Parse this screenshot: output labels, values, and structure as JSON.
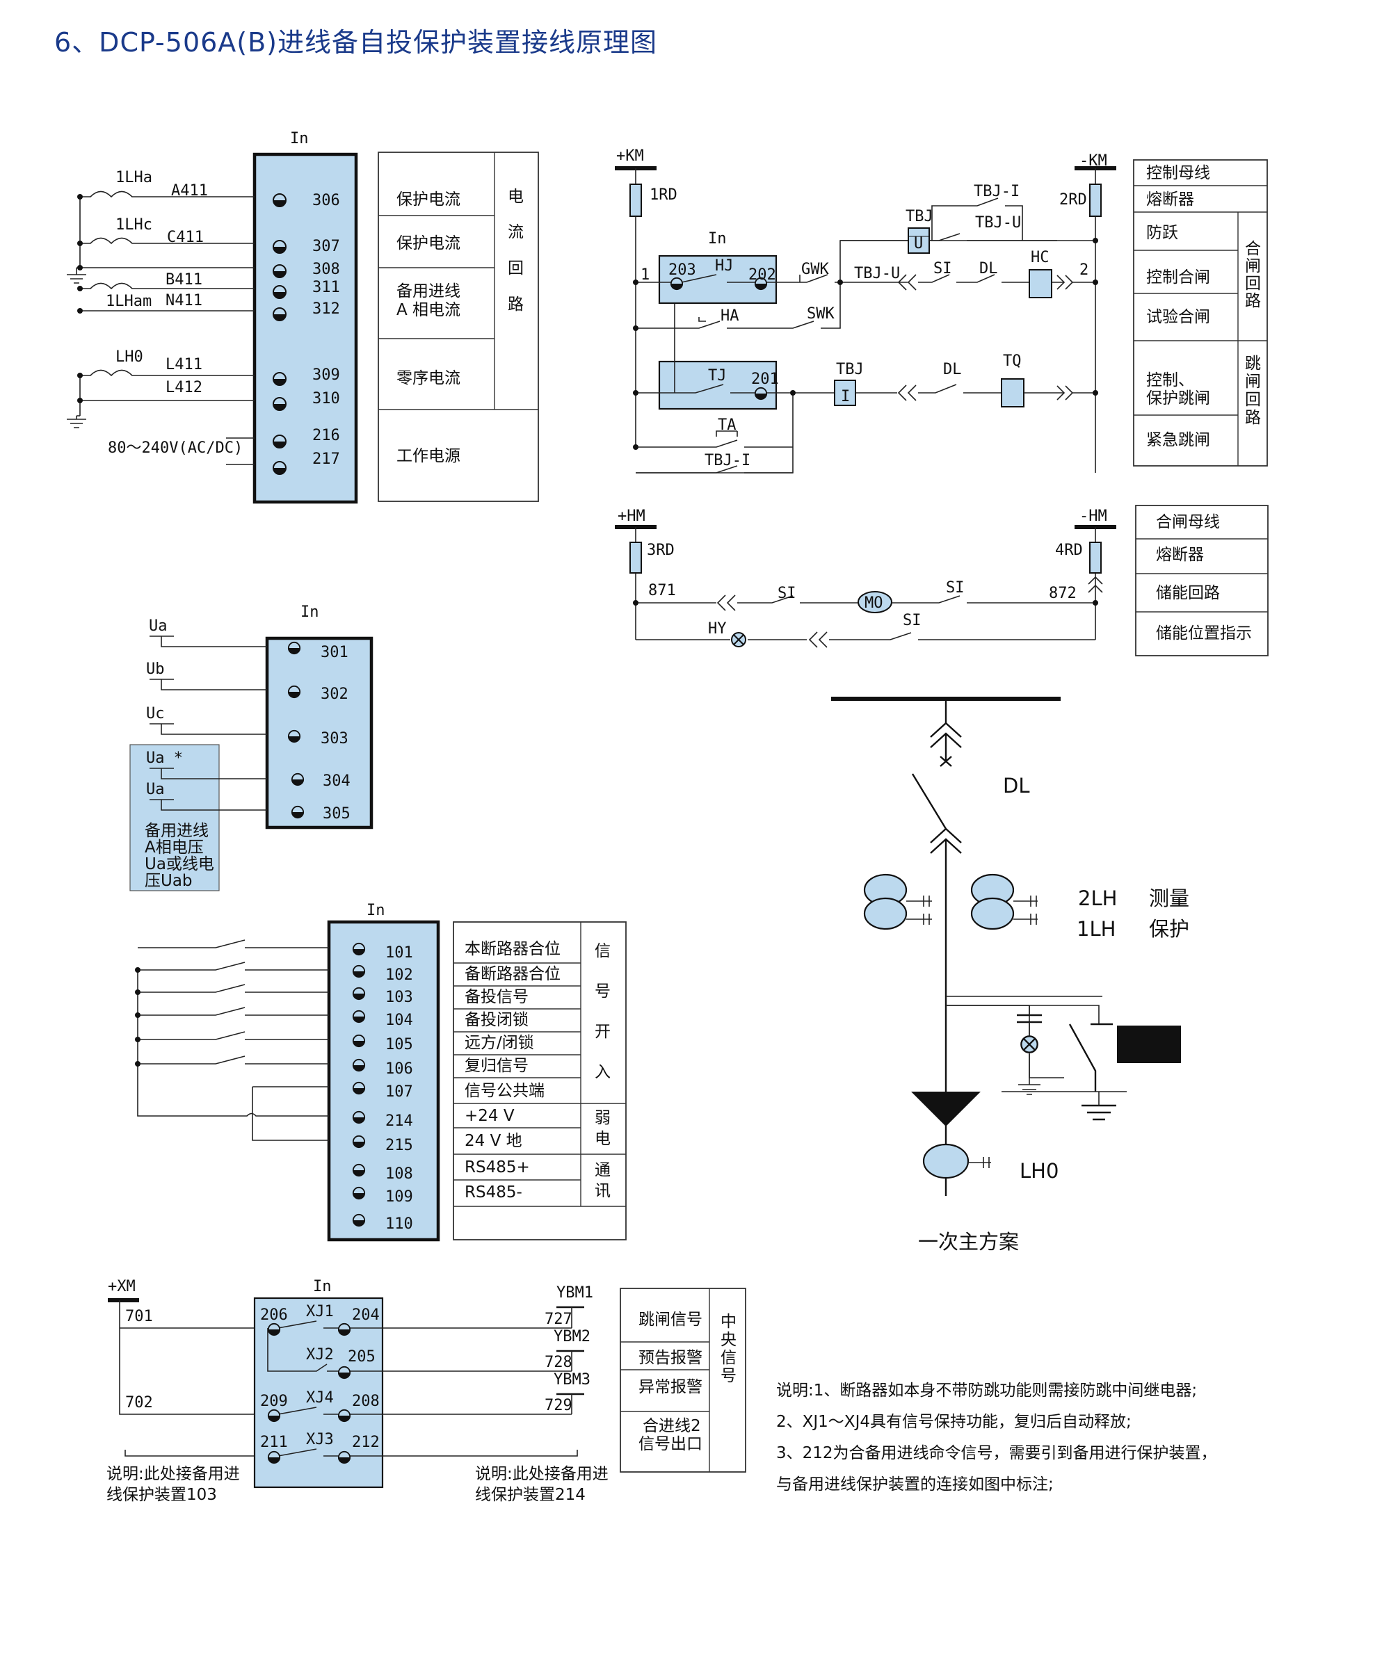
{
  "title": "6、DCP-506A(B)进线备自投保护装置接线原理图",
  "current_block": {
    "device": "In",
    "ct_labels": [
      "1LHa",
      "1LHc",
      "1LHam",
      "LH0"
    ],
    "wires": [
      "A411",
      "C411",
      "B411",
      "N411",
      "L411",
      "L412"
    ],
    "terminals": [
      "306",
      "307",
      "308",
      "311",
      "312",
      "309",
      "310",
      "216",
      "217"
    ],
    "supply": "80～240V(AC/DC)",
    "table": [
      "保护电流",
      "保护电流",
      "备用进线",
      "A 相电流",
      "零序电流",
      "工作电源"
    ],
    "group": [
      "电",
      "流",
      "回",
      "路"
    ]
  },
  "control_block": {
    "km_plus": "+KM",
    "km_minus": "-KM",
    "rd1": "1RD",
    "rd2": "2RD",
    "device": "In",
    "nodes": [
      "1",
      "2",
      "203",
      "202",
      "201"
    ],
    "relays": [
      "HJ",
      "TJ",
      "HA",
      "TA",
      "GWK",
      "SWK",
      "TBJ",
      "TBJ-I",
      "TBJ-U",
      "TBJ-U",
      "TBJ-I",
      "SI",
      "DL",
      "HC",
      "TBJ",
      "DL",
      "TQ"
    ],
    "u_mark": "U",
    "i_mark": "I",
    "table": {
      "r1": "控制母线",
      "r2": "熔断器",
      "r3": "防跃",
      "r4": "控制合闸",
      "r5": "试验合闸",
      "r6a": "控制、",
      "r6b": "保护跳闸",
      "r7": "紧急跳闸",
      "g1": [
        "合",
        "闸",
        "回",
        "路"
      ],
      "g2": [
        "跳",
        "闸",
        "回",
        "路"
      ]
    }
  },
  "storage_block": {
    "hm_plus": "+HM",
    "hm_minus": "-HM",
    "rd3": "3RD",
    "rd4": "4RD",
    "n871": "871",
    "n872": "872",
    "si": "SI",
    "mo": "MO",
    "hy": "HY",
    "table": [
      "合闸母线",
      "熔断器",
      "储能回路",
      "储能位置指示"
    ]
  },
  "voltage_block": {
    "device": "In",
    "inputs": [
      "Ua",
      "Ub",
      "Uc",
      "Ua *",
      "Ua"
    ],
    "terminals": [
      "301",
      "302",
      "303",
      "304",
      "305"
    ],
    "note": [
      "备用进线",
      "A相电压",
      "Ua或线电",
      "压Uab"
    ]
  },
  "signal_block": {
    "device": "In",
    "terminals": [
      "101",
      "102",
      "103",
      "104",
      "105",
      "106",
      "107",
      "214",
      "215",
      "108",
      "109",
      "110"
    ],
    "table": [
      "本断路器合位",
      "备断路器合位",
      "备投信号",
      "备投闭锁",
      "远方/闭锁",
      "复归信号",
      "信号公共端",
      "+24 V",
      "24 V 地",
      "RS485+",
      "RS485-"
    ],
    "g1": [
      "信",
      "号",
      "开",
      "入"
    ],
    "g2": [
      "弱",
      "电"
    ],
    "g3": [
      "通",
      "讯"
    ]
  },
  "primary_block": {
    "dl": "DL",
    "lh2": "2LH",
    "lh1": "1LH",
    "measure": "测量",
    "protect": "保护",
    "lh0": "LH0",
    "caption": "一次主方案"
  },
  "output_block": {
    "xm": "+XM",
    "device": "In",
    "left_nodes": [
      "701",
      "702"
    ],
    "terminals": [
      "206",
      "204",
      "205",
      "209",
      "208",
      "211",
      "212"
    ],
    "relays": [
      "XJ1",
      "XJ2",
      "XJ4",
      "XJ3"
    ],
    "ybm": [
      "YBM1",
      "YBM2",
      "YBM3"
    ],
    "right_nodes": [
      "727",
      "728",
      "729"
    ],
    "table": [
      "跳闸信号",
      "预告报警",
      "异常报警",
      "合进线2",
      "信号出口"
    ],
    "group": [
      "中",
      "央",
      "信",
      "号"
    ],
    "note_left": [
      "说明:此处接备用进",
      "线保护装置103"
    ],
    "note_right": [
      "说明:此处接备用进",
      "线保护装置214"
    ]
  },
  "notes": [
    "说明:1、断路器如本身不带防跳功能则需接防跳中间继电器;",
    "2、XJ1～XJ4具有信号保持功能，复归后自动释放;",
    "3、212为合备用进线命令信号，需要引到备用进行保护装置，",
    "与备用进线保护装置的连接如图中标注;"
  ]
}
